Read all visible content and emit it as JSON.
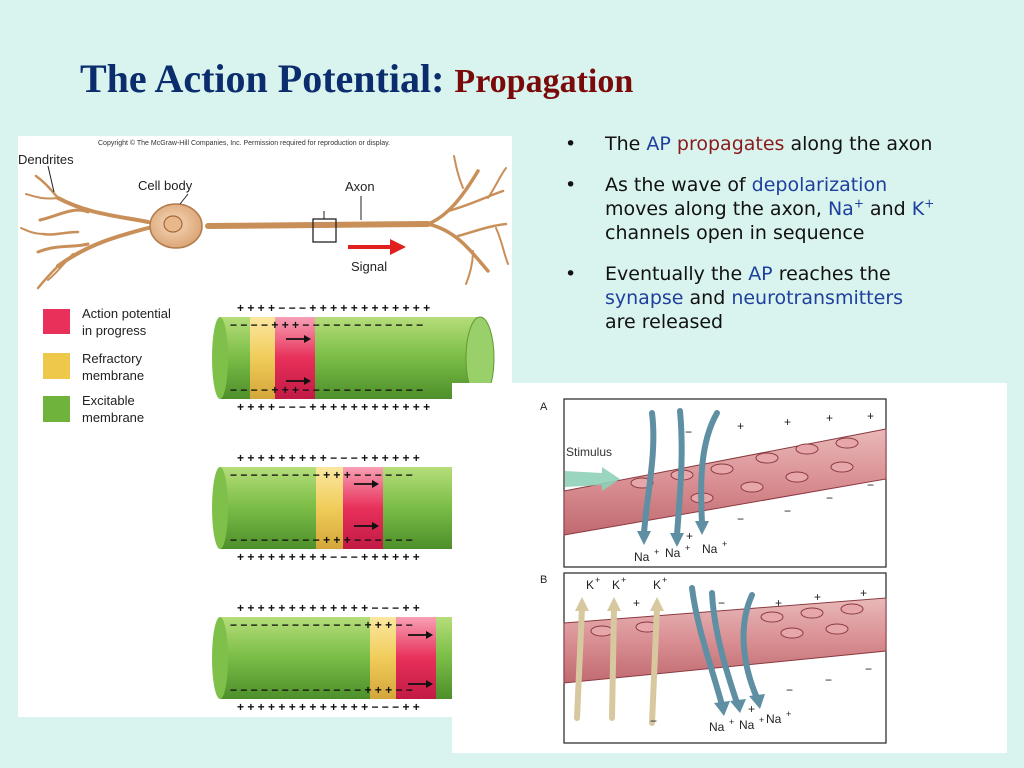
{
  "title": {
    "main": "The Action Potential:",
    "sub": "Propagation"
  },
  "bullets": {
    "b1": {
      "t1": "The ",
      "ap": "AP",
      "t2": " ",
      "propagates": "propagates",
      "t3": " along the axon"
    },
    "b2": {
      "t1": "As the wave of ",
      "depol": "depolarization",
      "t2": "moves along the axon, ",
      "na": "Na",
      "sup1": "+",
      "t3": " and ",
      "k": "K",
      "sup2": "+",
      "t4": "channels open in sequence"
    },
    "b3": {
      "t1": "Eventually the ",
      "ap": "AP",
      "t2": " reaches the",
      "synapse": "synapse",
      "t3": " and ",
      "nt": "neurotransmitters",
      "t4": "are released"
    },
    "bullet_char": "•"
  },
  "figure1": {
    "copyright": "Copyright © The McGraw-Hill Companies, Inc. Permission required for reproduction or display.",
    "labels": {
      "dendrites": "Dendrites",
      "cell_body": "Cell body",
      "axon": "Axon",
      "signal": "Signal"
    },
    "legend": {
      "ap": [
        "Action potential",
        "in progress"
      ],
      "refractory": [
        "Refractory",
        "membrane"
      ],
      "excitable": [
        "Excitable",
        "membrane"
      ]
    },
    "charges": {
      "c1_top": "+ + + + − − − + + + + + + + + + + + +",
      "c1_inner_top": "− − − − + + + − − − − − − − − − − − −",
      "c1_inner_bot": "− − − − + + + − − − − − − − − − − − −",
      "c1_bot": "+ + + + − − − + + + + + + + + + + + +",
      "c2_top": "+ + + + + + + + + − − − + + + + + +",
      "c2_inner_top": "− − − − − − − − − + + + − − − − − −",
      "c2_inner_bot": "− − − − − − − − − + + + − − − − − −",
      "c2_bot": "+ + + + + + + + + − − − + + + + + +",
      "c3_top": "+ + + + + + + + + + + + + − − − + +",
      "c3_inner_top": "− − − − − − − − − − − − − + + + − −",
      "c3_inner_bot": "− − − − − − − − − − − − − + + + − −",
      "c3_bot": "+ + + + + + + + + + + + + − − − + +"
    },
    "colors": {
      "action_potential": "#e8305a",
      "refractory": "#eec84a",
      "excitable": "#6fb33c"
    }
  },
  "figure2": {
    "panel_a": {
      "label": "A",
      "stimulus": "Stimulus",
      "na": "Na",
      "plus": "+",
      "minus": "−"
    },
    "panel_b": {
      "label": "B",
      "k": "K",
      "na": "Na",
      "plus": "+",
      "minus": "−"
    }
  }
}
